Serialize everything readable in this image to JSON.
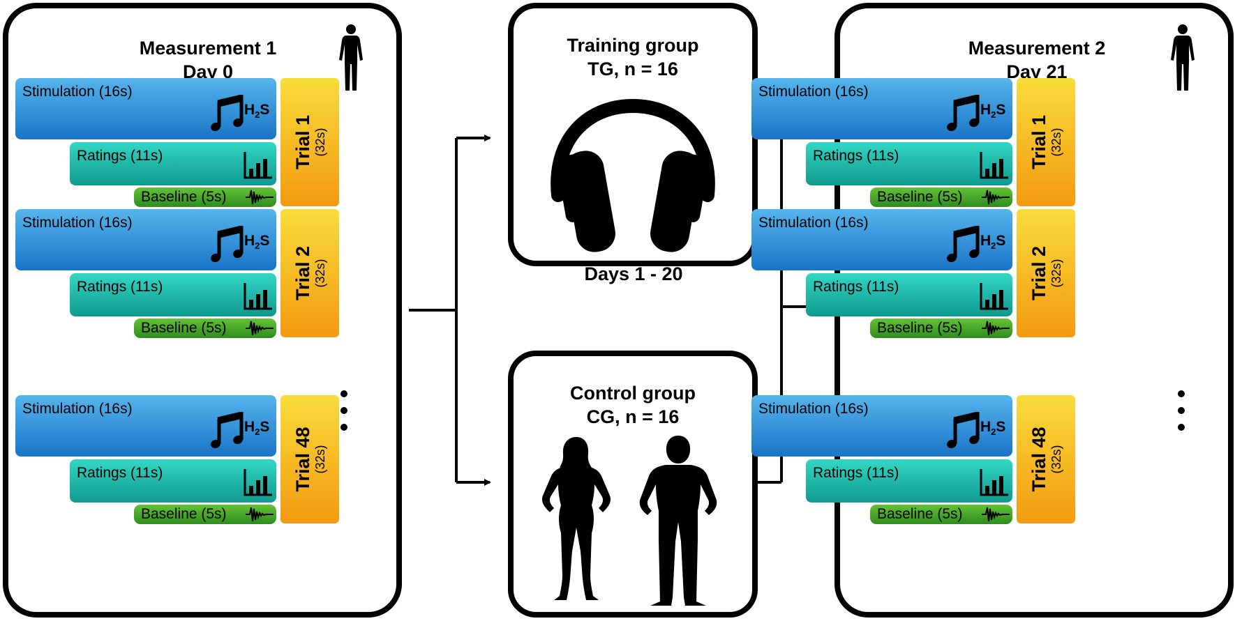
{
  "measurement1": {
    "title_line1": "Measurement 1",
    "title_line2": "Day 0",
    "trials": [
      {
        "stimulation": "Stimulation (16s)",
        "h2s_main": "H",
        "h2s_sub": "2",
        "h2s_end": "S",
        "ratings": "Ratings (11s)",
        "baseline": "Baseline (5s)",
        "trial": "Trial 1",
        "duration": "(32s)"
      },
      {
        "stimulation": "Stimulation (16s)",
        "h2s_main": "H",
        "h2s_sub": "2",
        "h2s_end": "S",
        "ratings": "Ratings (11s)",
        "baseline": "Baseline (5s)",
        "trial": "Trial 2",
        "duration": "(32s)"
      },
      {
        "stimulation": "Stimulation (16s)",
        "h2s_main": "H",
        "h2s_sub": "2",
        "h2s_end": "S",
        "ratings": "Ratings (11s)",
        "baseline": "Baseline (5s)",
        "trial": "Trial 48",
        "duration": "(32s)"
      }
    ]
  },
  "measurement2": {
    "title_line1": "Measurement 2",
    "title_line2": "Day 21",
    "trials": [
      {
        "stimulation": "Stimulation (16s)",
        "h2s_main": "H",
        "h2s_sub": "2",
        "h2s_end": "S",
        "ratings": "Ratings (11s)",
        "baseline": "Baseline (5s)",
        "trial": "Trial 1",
        "duration": "(32s)"
      },
      {
        "stimulation": "Stimulation (16s)",
        "h2s_main": "H",
        "h2s_sub": "2",
        "h2s_end": "S",
        "ratings": "Ratings (11s)",
        "baseline": "Baseline (5s)",
        "trial": "Trial 2",
        "duration": "(32s)"
      },
      {
        "stimulation": "Stimulation (16s)",
        "h2s_main": "H",
        "h2s_sub": "2",
        "h2s_end": "S",
        "ratings": "Ratings (11s)",
        "baseline": "Baseline (5s)",
        "trial": "Trial 48",
        "duration": "(32s)"
      }
    ]
  },
  "training": {
    "title_line1": "Training group",
    "title_line2": "TG, n = 16",
    "icon": "headphones-icon"
  },
  "control": {
    "title_line1": "Control group",
    "title_line2": "CG, n = 16",
    "icon": "people-silhouette-icon"
  },
  "days_label": "Days 1 - 20",
  "colors": {
    "stimulation": "#1a74c7",
    "ratings": "#0f9a8f",
    "baseline": "#2e8c1e",
    "trial": "#f49a10",
    "border": "#000000"
  }
}
